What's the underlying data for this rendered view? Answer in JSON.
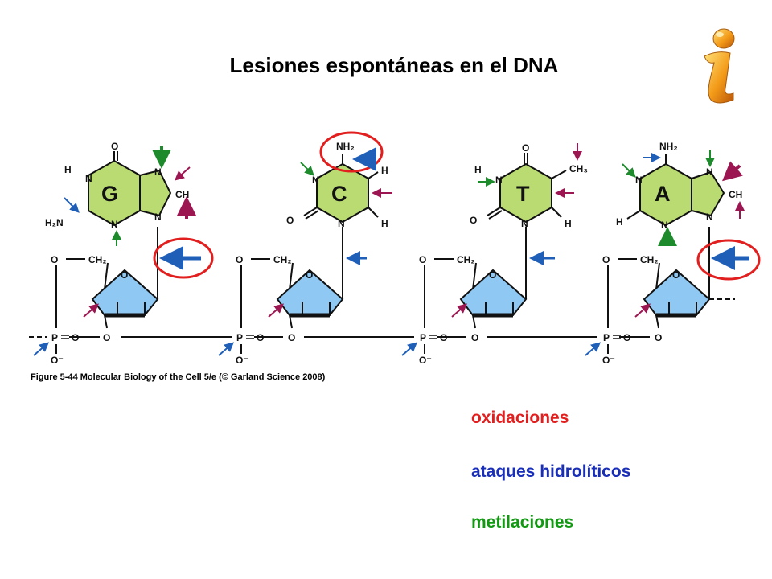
{
  "title": "Lesiones espontáneas en el DNA",
  "caption": "Figure 5-44 Molecular Biology of the Cell 5/e (© Garland Science 2008)",
  "legend": [
    {
      "label": "oxidaciones",
      "color": "#e21f1f"
    },
    {
      "label": "ataques hidrolíticos",
      "color": "#1a2fb8"
    },
    {
      "label": "metilaciones",
      "color": "#119a11"
    }
  ],
  "arrow_colors": {
    "blue": "#1f5fb8",
    "green": "#1d8a2c",
    "purple": "#9c1752"
  },
  "bases": [
    {
      "letter": "G",
      "atoms": {
        "o_top": "O",
        "h_left": "H",
        "n1": "N",
        "n3": "N",
        "nh2": "H₂N",
        "n7": "N",
        "ch8": "CH",
        "n9": "N"
      }
    },
    {
      "letter": "C",
      "atoms": {
        "nh2": "NH₂",
        "n3": "N",
        "h5": "H",
        "h6": "H",
        "o2": "O",
        "n1": "N"
      }
    },
    {
      "letter": "T",
      "atoms": {
        "o4": "O",
        "h3": "H",
        "n3": "N",
        "ch3": "CH₃",
        "o2": "O",
        "n1": "N",
        "h6": "H"
      }
    },
    {
      "letter": "A",
      "atoms": {
        "nh2": "NH₂",
        "n1": "N",
        "n7": "N",
        "ch8": "CH",
        "h2": "H",
        "n3": "N",
        "n9": "N"
      }
    }
  ],
  "backbone": {
    "o": "O",
    "ch2": "CH₂",
    "ring_o": "O",
    "p": "P",
    "o_minus": "O⁻",
    "o_double": "O"
  }
}
